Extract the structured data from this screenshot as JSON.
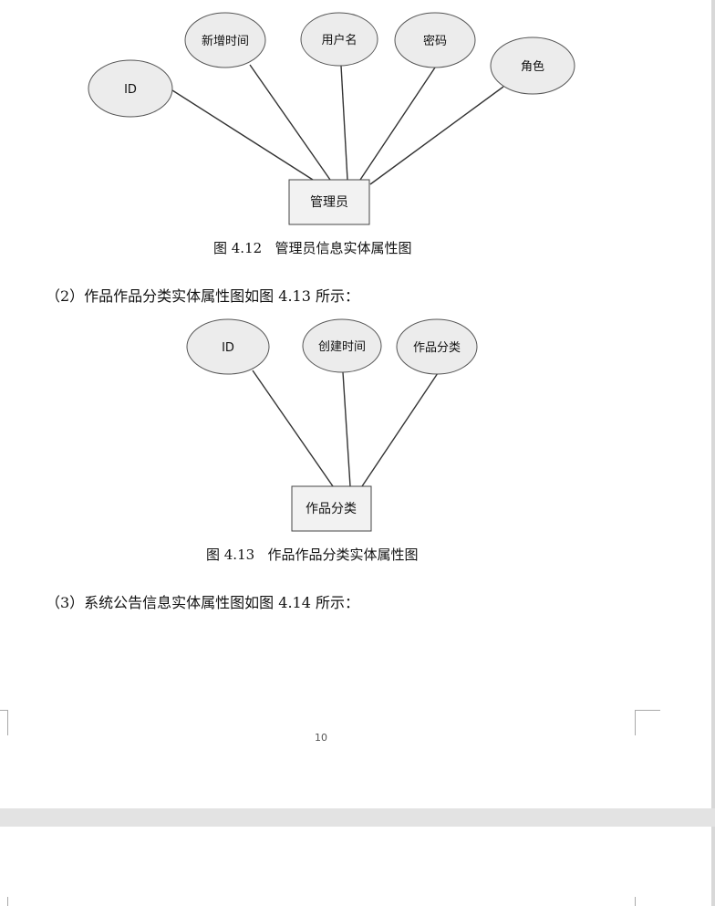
{
  "diagram1": {
    "entity": "管理员",
    "attributes": [
      "ID",
      "新增时间",
      "用户名",
      "密码",
      "角色"
    ],
    "caption": "图 4.12   管理员信息实体属性图"
  },
  "paragraph2": "（2）作品作品分类实体属性图如图 4.13 所示：",
  "diagram2": {
    "entity": "作品分类",
    "attributes": [
      "ID",
      "创建时间",
      "作品分类"
    ],
    "caption": "图 4.13   作品作品分类实体属性图"
  },
  "paragraph3": "（3）系统公告信息实体属性图如图 4.14 所示：",
  "page_number": "10"
}
